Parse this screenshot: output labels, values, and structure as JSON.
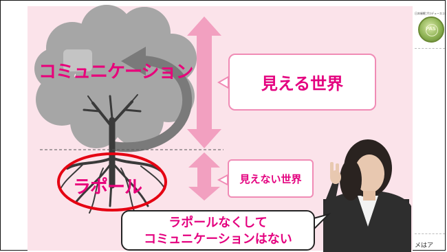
{
  "slide": {
    "communication_label": "コミュニケーション",
    "rapport_label": "ラポール",
    "visible_world": "見える世界",
    "invisible_world": "見えない世界",
    "speech_line1": "ラポールなくして",
    "speech_line2": "コミュニケーションはない"
  },
  "sidebar": {
    "header_text": "日本催眠プロデュースコンサルタント協会",
    "logo_text": "PAS",
    "bottom_text": "メはア"
  },
  "colors": {
    "accent_magenta": "#e4007f",
    "slide_background": "#fbe3ea",
    "arrow_pink": "#f2a0c0",
    "ellipse_red": "#e50012",
    "tree_gray": "#a6a6a6"
  }
}
